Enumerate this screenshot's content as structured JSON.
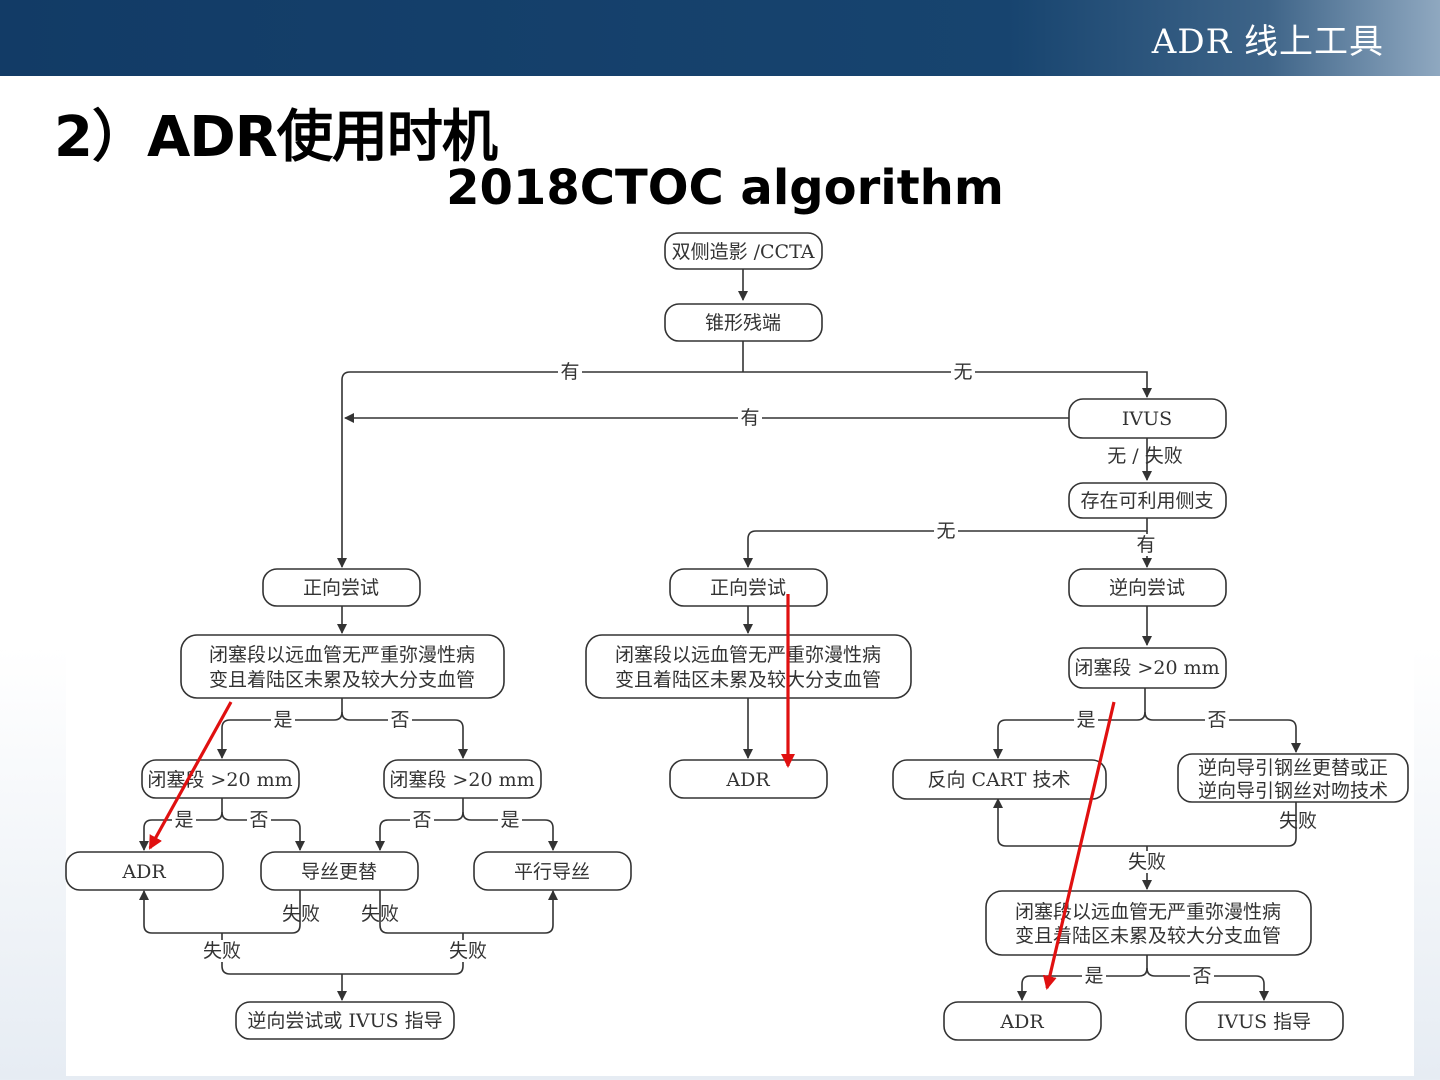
{
  "header": {
    "brand": "ADR 线上工具"
  },
  "slide": {
    "title": "2）ADR使用时机",
    "subtitle": "2018CTOC algorithm"
  },
  "nodes": {
    "start": "双侧造影 /CCTA",
    "stump": "锥形残端",
    "ivus": "IVUS",
    "side_branch": "存在可利用侧支",
    "antegrade_left": "正向尝试",
    "antegrade_mid": "正向尝试",
    "retrograde": "逆向尝试",
    "vessel_left_l1": "闭塞段以远血管无严重弥漫性病",
    "vessel_left_l2": "变且着陆区未累及较大分支血管",
    "vessel_mid_l1": "闭塞段以远血管无严重弥漫性病",
    "vessel_mid_l2": "变且着陆区未累及较大分支血管",
    "occl_right": "闭塞段 >20 mm",
    "occl_left_a": "闭塞段 >20 mm",
    "occl_left_b": "闭塞段 >20 mm",
    "adr_mid": "ADR",
    "reverse_cart": "反向 CART 技术",
    "wire_change_l1": "逆向导引钢丝更替或正",
    "wire_change_l2": "逆向导引钢丝对吻技术",
    "adr_left": "ADR",
    "wire_swap": "导丝更替",
    "parallel_wire": "平行导丝",
    "retro_ivus": "逆向尝试或 IVUS 指导",
    "vessel_right_l1": "闭塞段以远血管无严重弥漫性病",
    "vessel_right_l2": "变且着陆区未累及较大分支血管",
    "adr_right": "ADR",
    "ivus_guide": "IVUS 指导"
  },
  "edge_labels": {
    "has1": "有",
    "none1": "无",
    "has2": "有",
    "none_fail": "无 / 失败",
    "none2": "无",
    "has3": "有",
    "yes_left": "是",
    "no_left": "否",
    "yes_la": "是",
    "no_la": "否",
    "no_lb": "否",
    "yes_lb": "是",
    "fail_a": "失败",
    "fail_b": "失败",
    "fail_c": "失败",
    "fail_d": "失败",
    "yes_right": "是",
    "no_right": "否",
    "fail_wire": "失败",
    "fail_cart": "失败",
    "yes_final": "是",
    "no_final": "否"
  }
}
